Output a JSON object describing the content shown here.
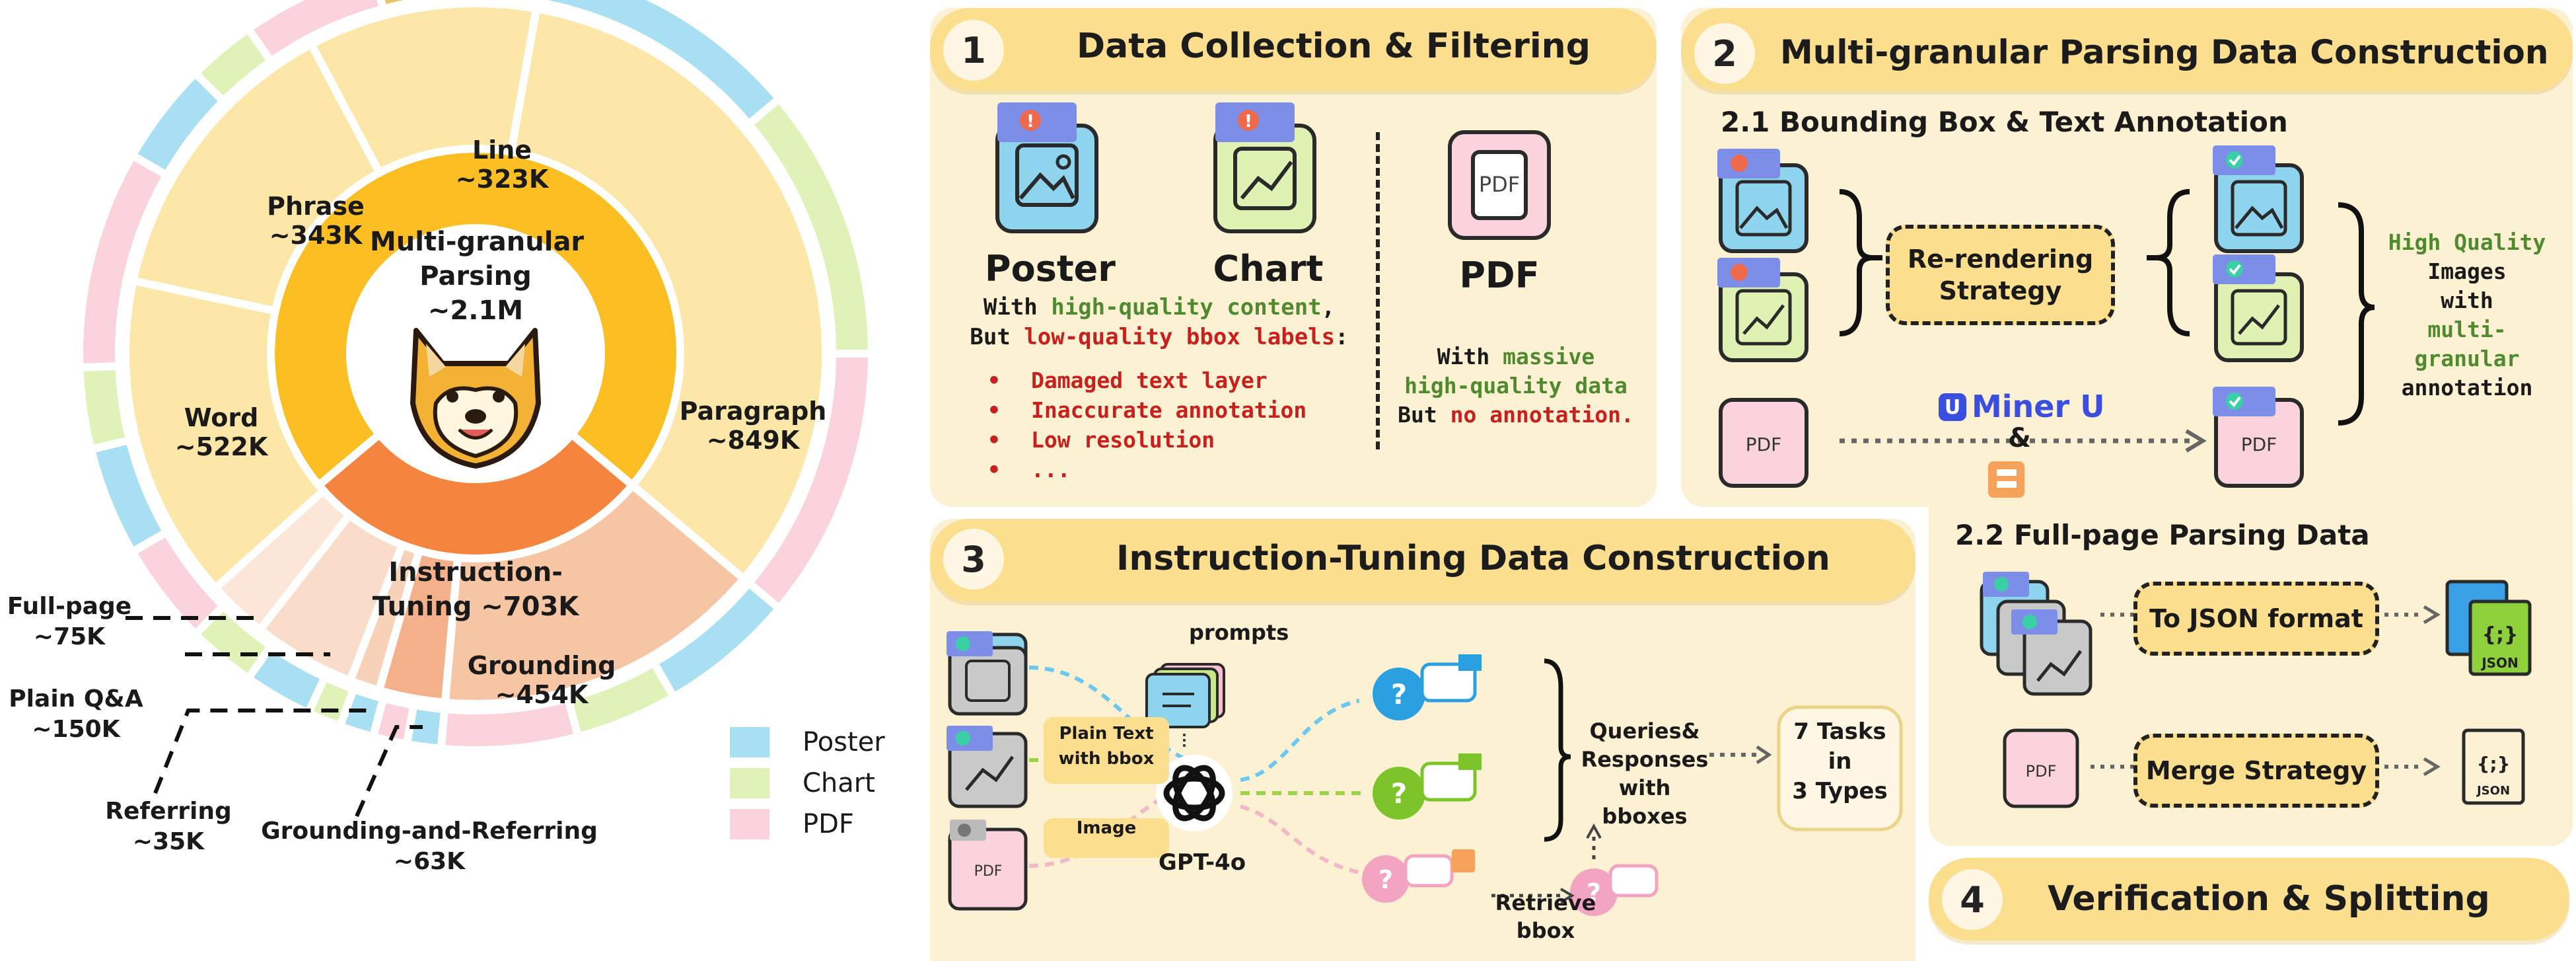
{
  "sunburst": {
    "center_label": "Multi-granular\nParsing\n~2.1M",
    "instruction_label": "Instruction-\nTuning ~703K",
    "segments": [
      {
        "name": "Line",
        "value": "~323K"
      },
      {
        "name": "Phrase",
        "value": "~343K"
      },
      {
        "name": "Word",
        "value": "~522K"
      },
      {
        "name": "Paragraph",
        "value": "~849K"
      },
      {
        "name": "Grounding",
        "value": "~454K"
      }
    ],
    "callouts": [
      {
        "name": "Full-page",
        "value": "~75K"
      },
      {
        "name": "Plain Q&A",
        "value": "~150K"
      },
      {
        "name": "Referring",
        "value": "~35K"
      },
      {
        "name": "Grounding-and-Referring",
        "value": "~63K"
      }
    ],
    "legend": [
      {
        "label": "Poster",
        "color": "#a9dff2"
      },
      {
        "label": "Chart",
        "color": "#e0f2b8"
      },
      {
        "label": "PDF",
        "color": "#fbd3dd"
      }
    ],
    "colors": {
      "multi_inner": "#fbbf24",
      "multi_outer": "#fde7a8",
      "instr_inner": "#f5843f",
      "instr_outer": "#f6c6a4"
    }
  },
  "panel1": {
    "number": "1",
    "title": "Data Collection & Filtering",
    "poster_label": "Poster",
    "chart_label": "Chart",
    "pdf_label": "PDF",
    "left_line1_pre": "With ",
    "left_line1_hl": "high-quality content",
    "left_line1_post": ",",
    "left_line2_pre": "But ",
    "left_line2_hl": "low-quality bbox labels",
    "left_line2_post": ":",
    "bullets": [
      "Damaged text layer",
      "Inaccurate annotation",
      "Low resolution",
      "..."
    ],
    "right_line1_pre": "With ",
    "right_line1_hl": "massive",
    "right_line2": "high-quality data",
    "right_line3_pre": "But ",
    "right_line3_hl": "no annotation."
  },
  "panel2": {
    "number": "2",
    "title": "Multi-granular Parsing Data Construction",
    "sub1": "2.1 Bounding Box & Text Annotation",
    "rerender": "Re-rendering\nStrategy",
    "mineru": "Miner U",
    "amp": "&",
    "hq_line1": "High Quality",
    "hq_line2": "Images",
    "hq_line3": "with",
    "hq_line4": "multi-",
    "hq_line5": "granular",
    "hq_line6": "annotation",
    "pdf_icon_text": "PDF",
    "sub2": "2.2 Full-page Parsing Data",
    "json_box": "To JSON format",
    "merge_box": "Merge Strategy",
    "json_icon_text": "JSON",
    "json_braces": "{;}"
  },
  "panel3": {
    "number": "3",
    "title": "Instruction-Tuning Data Construction",
    "prompts": "prompts",
    "plain_text": "Plain Text\nwith bbox",
    "image": "Image",
    "gpt": "GPT-4o",
    "queries": "Queries&\nResponses\nwith\nbboxes",
    "retrieve": "Retrieve\nbbox",
    "tasks": "7 Tasks\nin\n3 Types",
    "pdf_icon_text": "PDF"
  },
  "panel4": {
    "number": "4",
    "title": "Verification & Splitting"
  }
}
